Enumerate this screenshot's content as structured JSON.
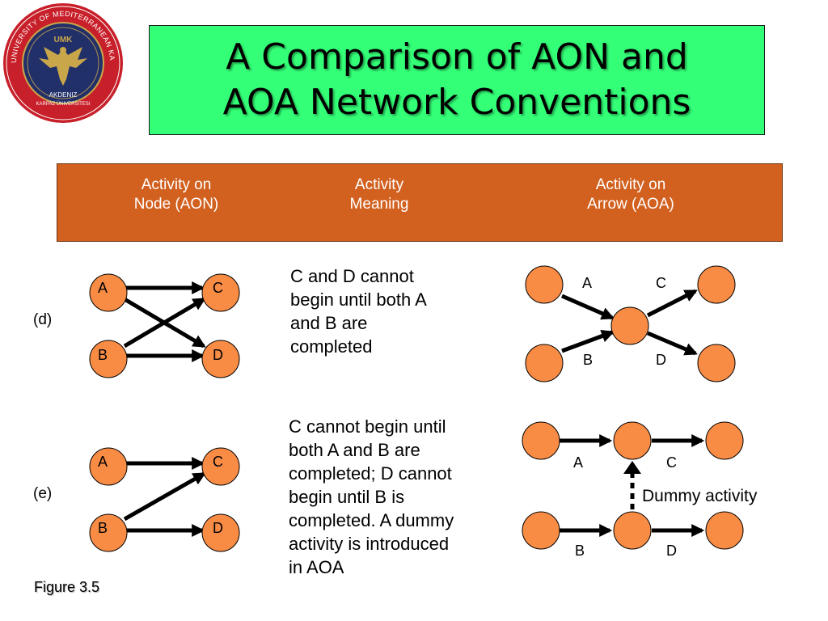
{
  "logo": {
    "ring_text": "UNIVERSITY OF MEDITERRANEAN KARPASIA",
    "monogram": "UMK",
    "bottom_text_1": "AKDENIZ",
    "bottom_text_2": "KARPAZ ÜNIVERSITESI"
  },
  "title": {
    "line1": "A Comparison of AON and",
    "line2": "AOA Network Conventions"
  },
  "header": {
    "col1": {
      "line1": "Activity on",
      "line2": "Node (AON)"
    },
    "col2": {
      "line1": "Activity",
      "line2": "Meaning"
    },
    "col3": {
      "line1": "Activity on",
      "line2": "Arrow (AOA)"
    }
  },
  "rows": {
    "d": {
      "label": "(d)",
      "aon_nodes": {
        "a": "A",
        "b": "B",
        "c": "C",
        "d": "D"
      },
      "meaning": [
        "C and D cannot",
        "begin until both A",
        "and B are",
        "completed"
      ],
      "aoa_labels": {
        "a": "A",
        "b": "B",
        "c": "C",
        "d": "D"
      }
    },
    "e": {
      "label": "(e)",
      "aon_nodes": {
        "a": "A",
        "b": "B",
        "c": "C",
        "d": "D"
      },
      "meaning": [
        "C cannot begin until",
        "both A and B are",
        "completed; D cannot",
        "begin until B is",
        "completed. A dummy",
        "activity is introduced",
        "in AOA"
      ],
      "aoa_labels": {
        "a": "A",
        "b": "B",
        "c": "C",
        "d": "D",
        "dummy": "Dummy activity"
      }
    }
  },
  "figure_label": "Figure 3.5",
  "colors": {
    "title_bg": "#33ff77",
    "header_bg": "#d2601f",
    "node_fill": "#f98c45",
    "logo_ring": "#c8202a",
    "logo_navy": "#22306a",
    "logo_gold": "#c9a64a"
  }
}
